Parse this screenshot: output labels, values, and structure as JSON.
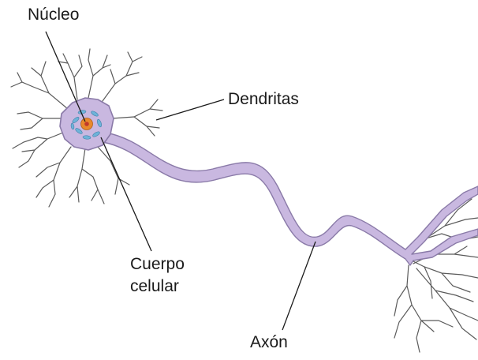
{
  "labels": {
    "nucleus": "Núcleo",
    "dendrites": "Dendritas",
    "cell_body_line1": "Cuerpo",
    "cell_body_line2": "celular",
    "axon": "Axón"
  },
  "colors": {
    "membrane_fill": "#c9b8e0",
    "membrane_stroke": "#8a7aa8",
    "nucleus_fill": "#e8892c",
    "nucleolus_fill": "#c0392b",
    "organelle_fill": "#6fb3d9",
    "dendrite_stroke": "#5a5a5a",
    "leader_line": "#1a1a1a"
  }
}
